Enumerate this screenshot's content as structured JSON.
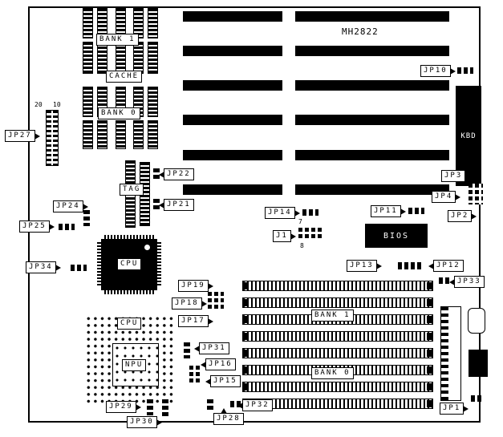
{
  "board": {
    "model": "MH2822",
    "colors": {
      "silk": "#000000",
      "bg": "#ffffff"
    }
  },
  "chips": {
    "bank1": "BANK 1",
    "cache": "CACHE",
    "bank0": "BANK 0",
    "tag": "TAG",
    "cpu_qfp": "CPU",
    "cpu_socket": "CPU",
    "npu": "NPU",
    "kbd": "KBD",
    "bios": "BIOS"
  },
  "memory": {
    "bank1": "BANK 1",
    "bank0": "BANK 0"
  },
  "pins": {
    "jp27_20": "20",
    "jp27_10": "10",
    "j1_7": "7",
    "j1_8": "8"
  },
  "callouts": {
    "jp1": "JP1",
    "jp2": "JP2",
    "jp3": "JP3",
    "jp4": "JP4",
    "jp10": "JP10",
    "jp11": "JP11",
    "jp12": "JP12",
    "jp13": "JP13",
    "jp14": "JP14",
    "jp15": "JP15",
    "jp16": "JP16",
    "jp17": "JP17",
    "jp18": "JP18",
    "jp19": "JP19",
    "jp21": "JP21",
    "jp22": "JP22",
    "jp24": "JP24",
    "jp25": "JP25",
    "jp27": "JP27",
    "jp28": "JP28",
    "jp29": "JP29",
    "jp30": "JP30",
    "jp31": "JP31",
    "jp32": "JP32",
    "jp33": "JP33",
    "jp34": "JP34",
    "j1": "J1"
  }
}
